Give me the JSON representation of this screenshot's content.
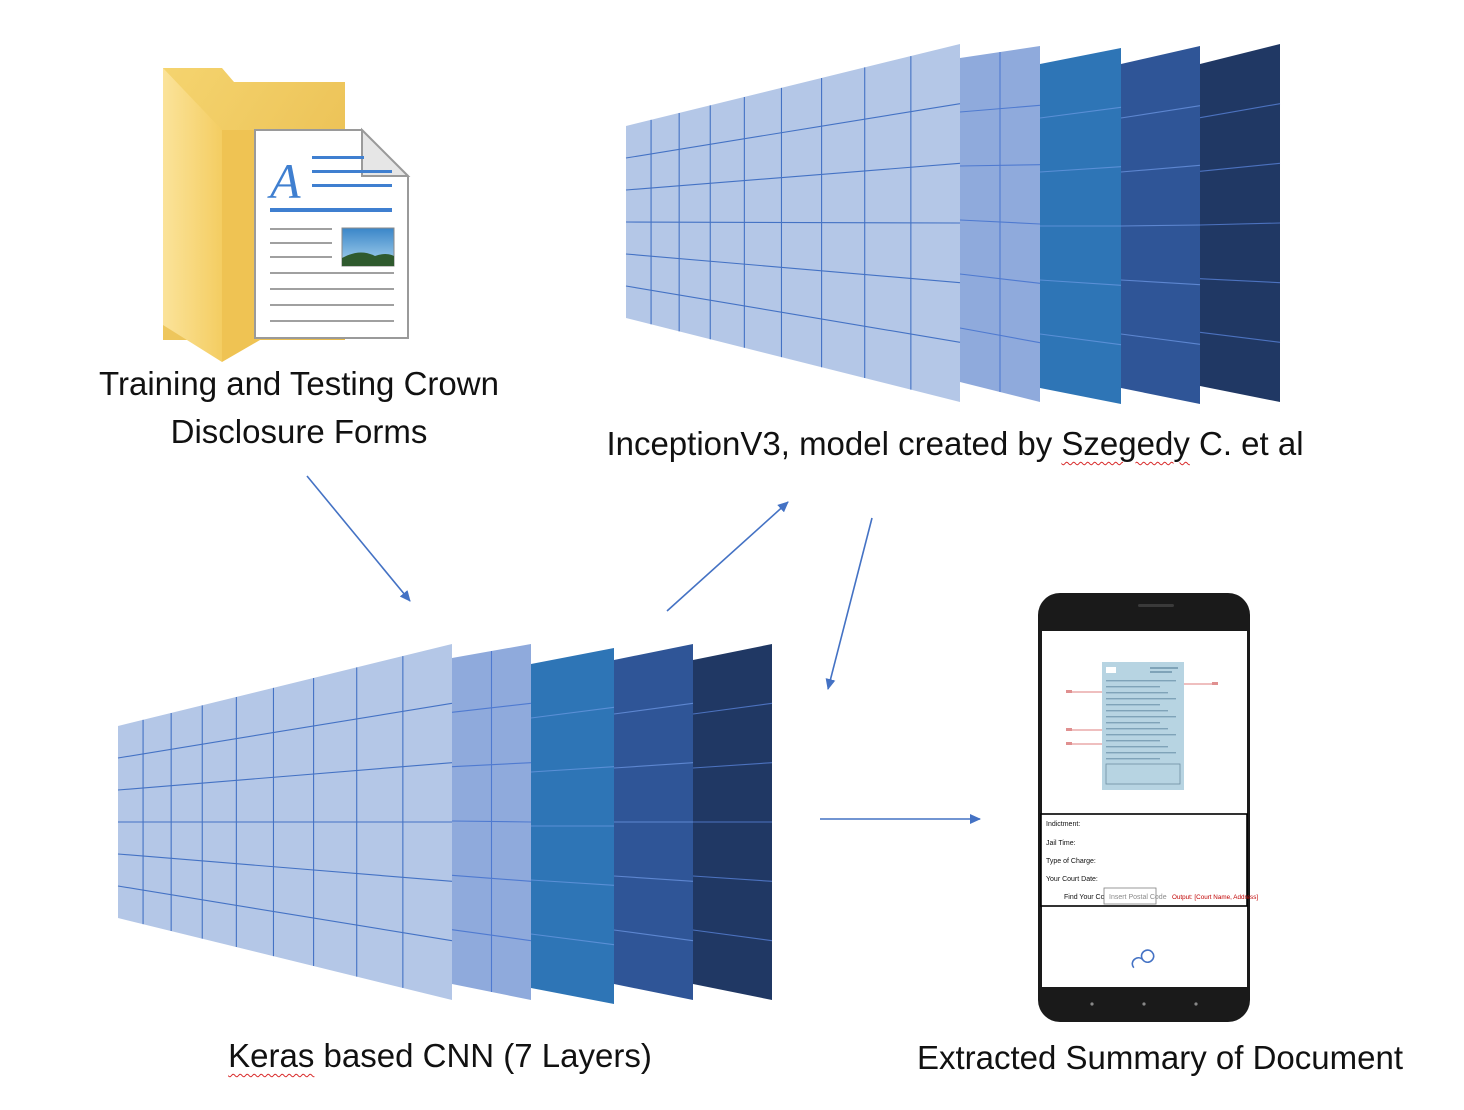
{
  "captions": {
    "training_line1": "Training and Testing Crown",
    "training_line2": "Disclosure Forms",
    "inception_prefix": "InceptionV3, model created by ",
    "inception_author": "Szegedy",
    "inception_suffix": " C. et al",
    "keras_first": "Keras",
    "keras_rest": " based CNN (7 Layers)",
    "summary": "Extracted Summary of Document"
  },
  "phone": {
    "fields": [
      "Indictment:",
      "Jail Time:",
      "Type of Charge:",
      "Your Court Date:"
    ],
    "find_court_label": "Find Your Court:",
    "postal_placeholder": "Insert Postal Code",
    "output_text": "Output: [Court Name, Address]"
  },
  "colors": {
    "layer1": "#b4c7e7",
    "layer2": "#8faadc",
    "layer3": "#2e75b6",
    "layer4": "#2f5597",
    "layer5": "#203864",
    "arrow": "#4472c4",
    "folder": "#f8d775",
    "phone_body": "#1a1a1a",
    "doc_preview": "#b7d4e2",
    "output_red": "#c00000"
  },
  "icons": [
    "folder-icon",
    "document-icon",
    "phone-icon",
    "spinner-icon"
  ]
}
